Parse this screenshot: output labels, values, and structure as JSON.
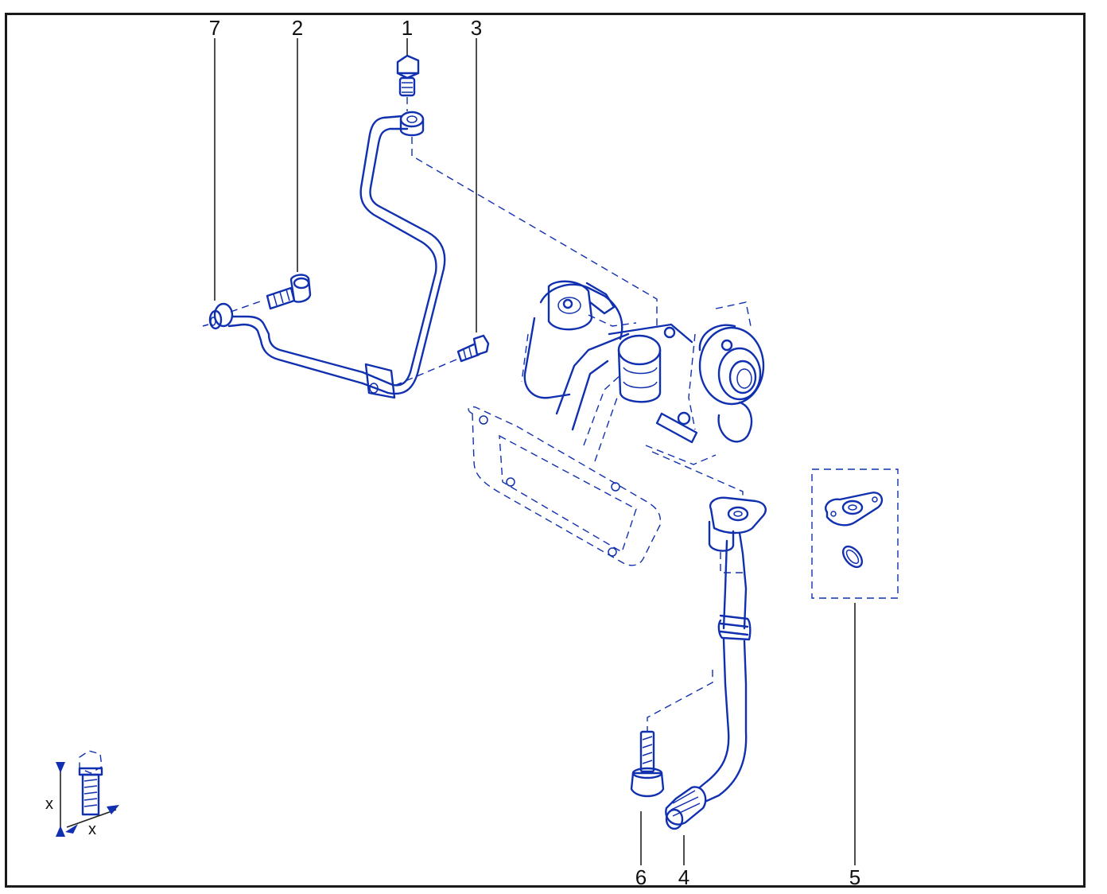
{
  "callouts": {
    "c1": "1",
    "c2": "2",
    "c3": "3",
    "c4": "4",
    "c5": "5",
    "c6": "6",
    "c7": "7"
  },
  "dimension_legend": {
    "x_vertical": "x",
    "x_horizontal": "x"
  },
  "colors": {
    "line_art": "#1030b0",
    "frame": "#1a1a1a",
    "background": "#ffffff"
  }
}
